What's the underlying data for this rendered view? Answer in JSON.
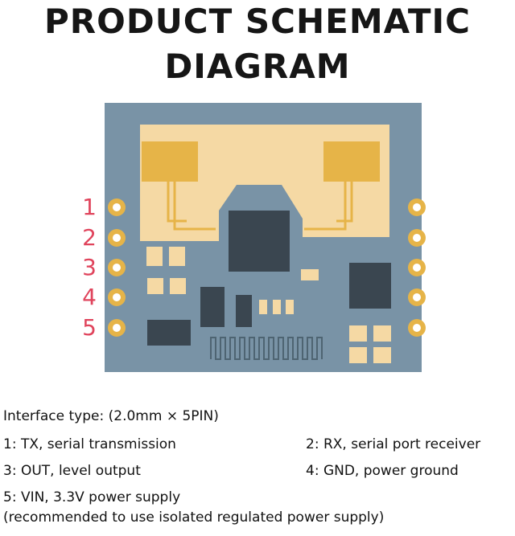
{
  "title": {
    "line1": "PRODUCT SCHEMATIC",
    "line2": "DIAGRAM"
  },
  "pins": [
    "1",
    "2",
    "3",
    "4",
    "5"
  ],
  "colors": {
    "board": "#7993a6",
    "antenna_area": "#f5d9a4",
    "gold": "#e6b448",
    "chip": "#3a4650",
    "pin_label": "#e0445c",
    "pad_inner": "#ffffff"
  },
  "specs": {
    "interface": "Interface type: (2.0mm × 5PIN)",
    "pin1": "1: TX, serial transmission",
    "pin2": "2: RX, serial port receiver",
    "pin3": "3: OUT, level output",
    "pin4": "4: GND, power ground",
    "pin5": "5: VIN, 3.3V power supply",
    "note": "(recommended to use isolated regulated power supply)"
  }
}
